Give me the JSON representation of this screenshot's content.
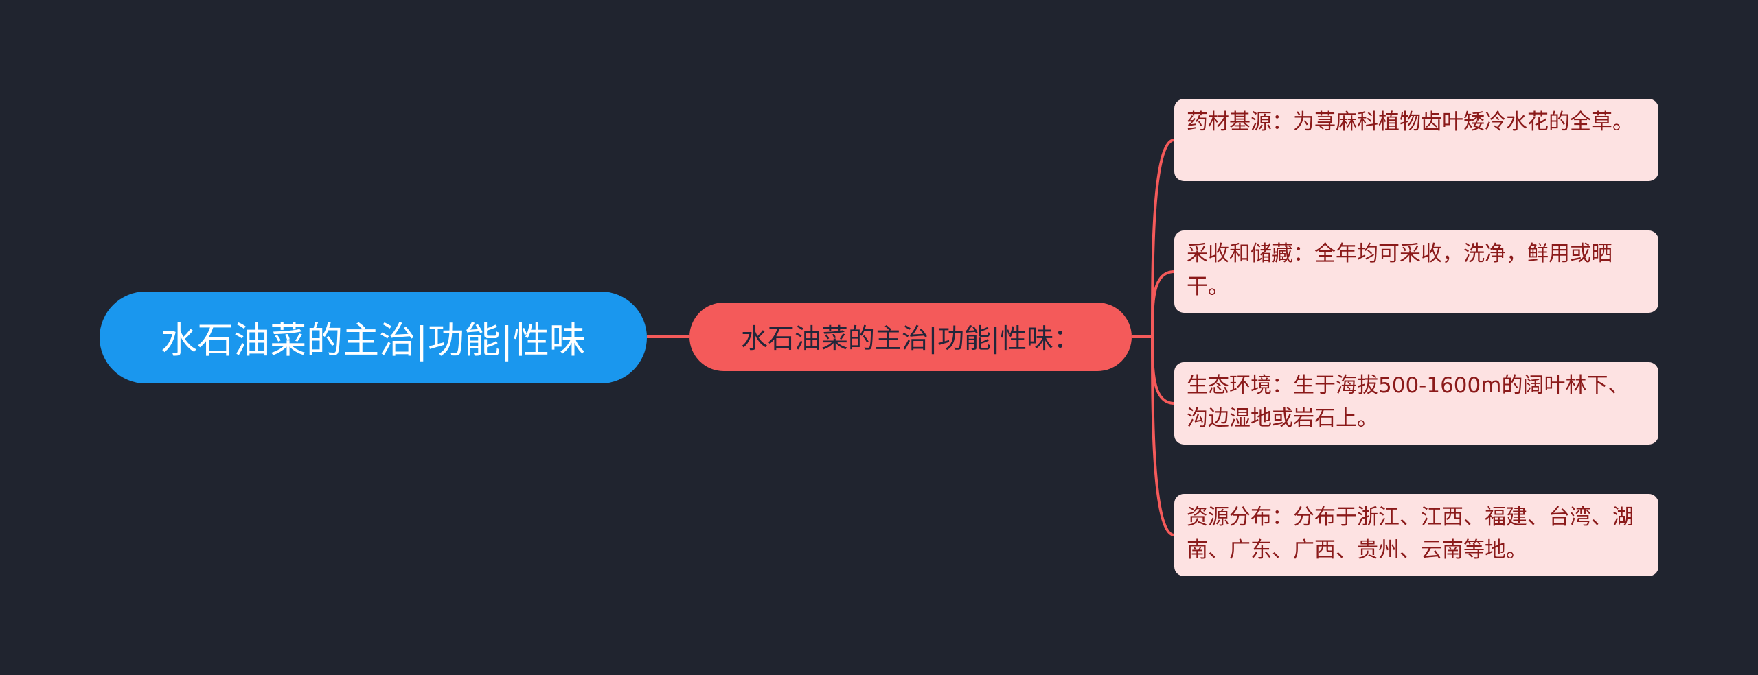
{
  "colors": {
    "background": "#20242f",
    "root_fill": "#1a97ee",
    "sub_fill": "#f45a5a",
    "leaf_fill": "#fde2e2",
    "connector": "#f45a5a"
  },
  "root": {
    "text": "水石油菜的主治|功能|性味"
  },
  "sub": {
    "text": "水石油菜的主治|功能|性味："
  },
  "leaves": [
    {
      "text": "药材基源：为荨麻科植物齿叶矮冷水花的全草。"
    },
    {
      "text": "采收和储藏：全年均可采收，洗净，鲜用或晒干。"
    },
    {
      "text": "生态环境：生于海拔500-1600m的阔叶林下、沟边湿地或岩石上。"
    },
    {
      "text": "资源分布：分布于浙江、江西、福建、台湾、湖南、广东、广西、贵州、云南等地。"
    }
  ]
}
